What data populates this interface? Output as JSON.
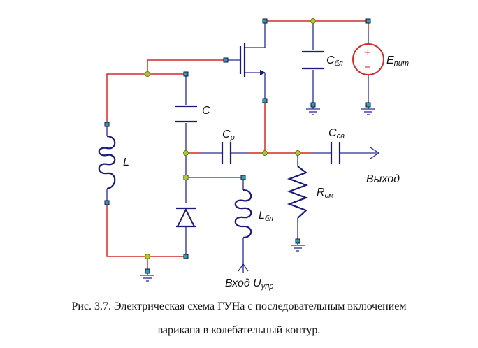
{
  "labels": {
    "C": "C",
    "Cp": {
      "main": "C",
      "sub": "р"
    },
    "Cbl": {
      "main": "C",
      "sub": "бл"
    },
    "Csv": {
      "main": "C",
      "sub": "св"
    },
    "Epit": {
      "main": "E",
      "sub": "пит"
    },
    "L": "L",
    "Lbl": {
      "main": "L",
      "sub": "бл"
    },
    "Rsm": {
      "main": "R",
      "sub": "см"
    },
    "output": "Выход",
    "input": {
      "main": "Вход U",
      "sub": "упр"
    },
    "plus": "+",
    "minus": "−"
  },
  "caption": {
    "line1": "Рис. 3.7. Электрическая схема ГУНа с последовательным включением",
    "line2": "варикапа в колебательный контур."
  },
  "colors": {
    "wire": "#d42a2a",
    "component": "#1a1a7a",
    "node": "#9fd13b",
    "pin": "#2fa0a8"
  }
}
